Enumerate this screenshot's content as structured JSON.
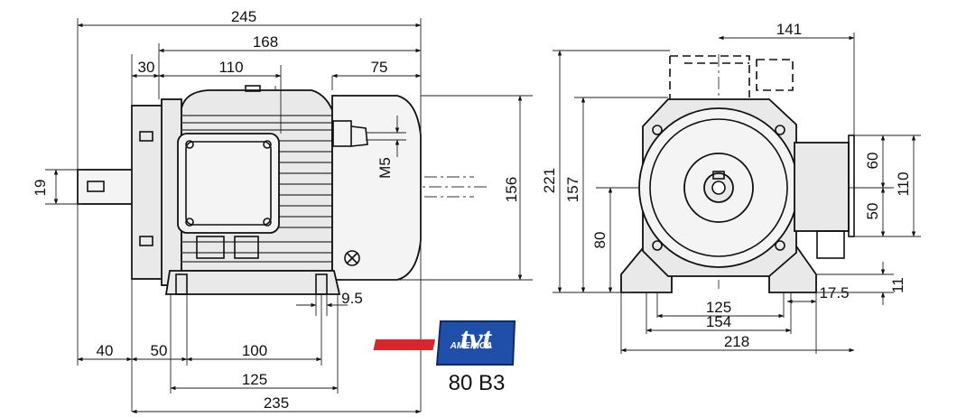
{
  "drawing": {
    "caption": "80 B3",
    "logo": {
      "text": "tvt",
      "subtext": "AMERICA",
      "colors": {
        "blue": "#1f4fa8",
        "red": "#d8262b",
        "outline": "#0b2a66"
      }
    },
    "side_view": {
      "top": {
        "overall": "245",
        "frame": "168",
        "flange": "30",
        "box": "110",
        "rear": "75"
      },
      "right": {
        "height": "156",
        "thread": "M5"
      },
      "left": {
        "shaft": "19"
      },
      "bottom": {
        "shaft": "40",
        "a": "50",
        "b": "100",
        "c": "125",
        "d": "235",
        "foot": "9.5"
      }
    },
    "front_view": {
      "top": {
        "width": "141"
      },
      "left": {
        "total": "221",
        "mid": "157",
        "shaft_height": "80"
      },
      "right": {
        "a": "60",
        "b": "110",
        "c": "50",
        "d": "11"
      },
      "bottom": {
        "e": "17.5",
        "f": "125",
        "g": "154",
        "h": "218"
      }
    }
  }
}
